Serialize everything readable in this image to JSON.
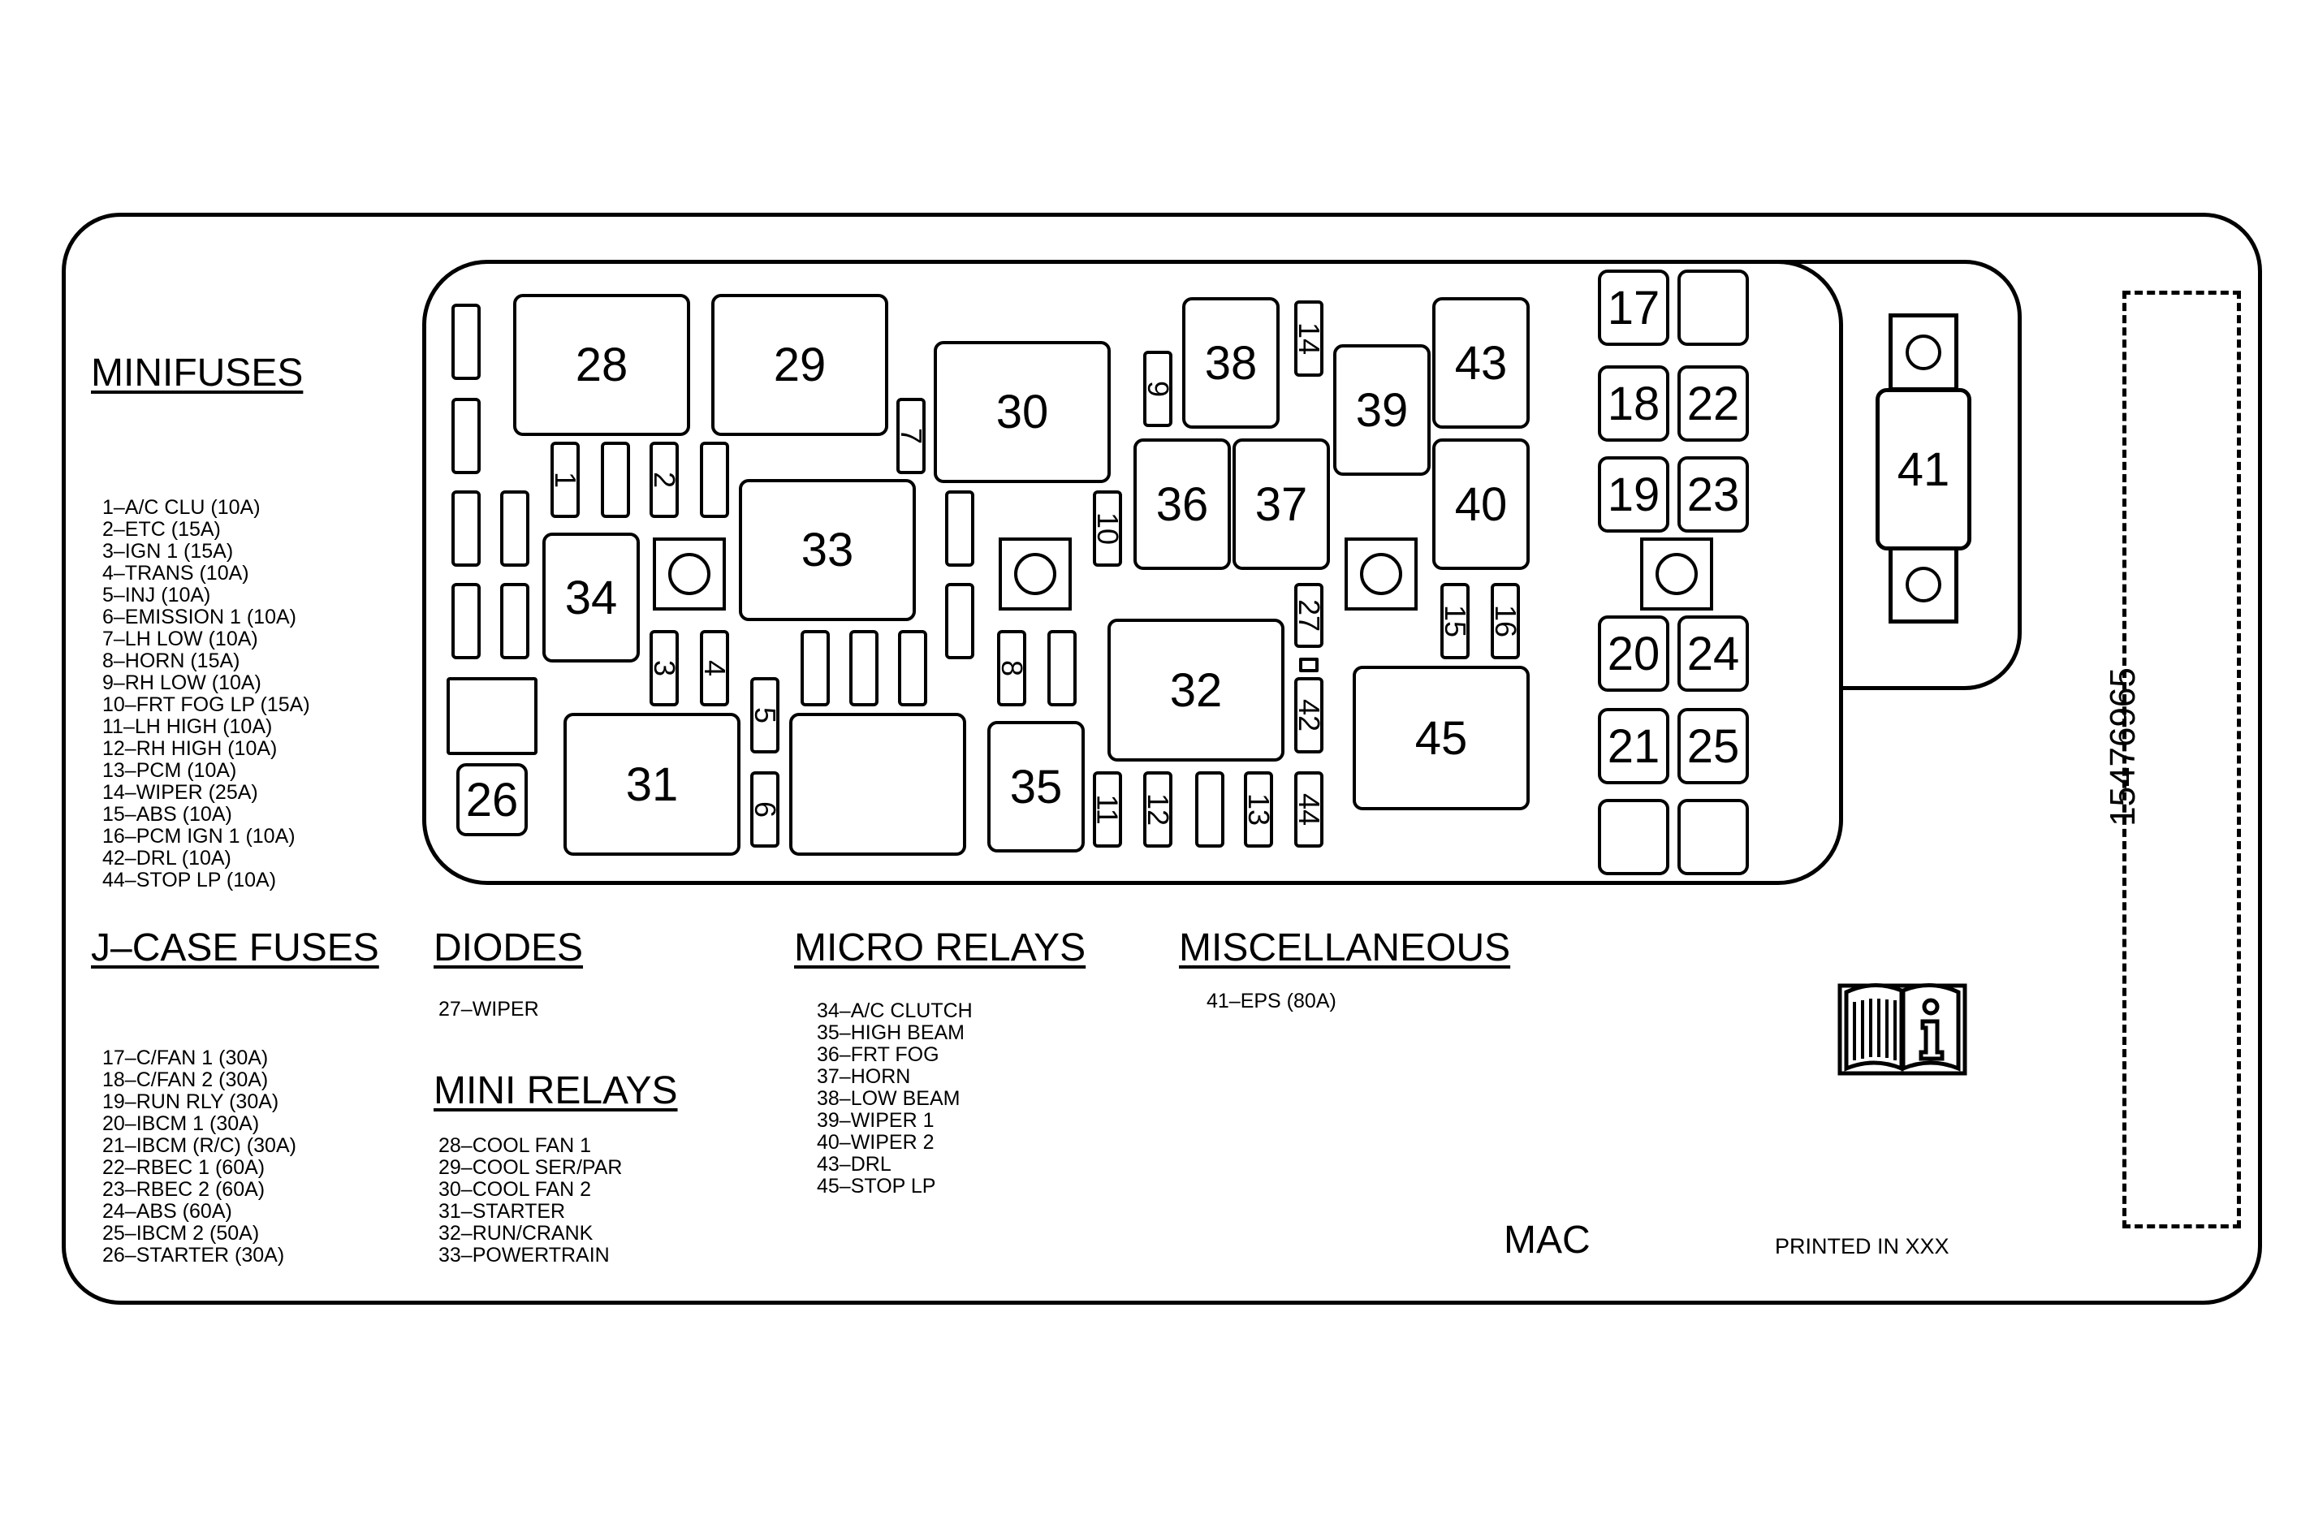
{
  "panel": {
    "big": {
      "b28": "28",
      "b29": "29",
      "b30": "30",
      "b31": "31",
      "b32": "32",
      "b33": "33",
      "b34": "34",
      "b35": "35",
      "b36": "36",
      "b37": "37",
      "b38": "38",
      "b39": "39",
      "b40": "40",
      "b43": "43",
      "b45": "45",
      "b26": "26"
    },
    "mini": {
      "m1": "1",
      "m2": "2",
      "m3": "3",
      "m4": "4",
      "m5": "5",
      "m6": "6",
      "m7": "7",
      "m8": "8",
      "m9": "9",
      "m10": "10",
      "m11": "11",
      "m12": "12",
      "m13": "13",
      "m14": "14",
      "m15": "15",
      "m16": "16",
      "m27": "27",
      "m42": "42",
      "m44": "44"
    },
    "jcase": {
      "j17": "17",
      "j18": "18",
      "j19": "19",
      "j20": "20",
      "j21": "21",
      "j22": "22",
      "j23": "23",
      "j24": "24",
      "j25": "25"
    },
    "eps": "41"
  },
  "minifuses": {
    "heading": "MINIFUSES",
    "items": [
      "1–A/C CLU (10A)",
      "2–ETC (15A)",
      "3–IGN 1 (15A)",
      "4–TRANS (10A)",
      "5–INJ (10A)",
      "6–EMISSION 1 (10A)",
      "7–LH LOW (10A)",
      "8–HORN (15A)",
      "9–RH LOW (10A)",
      "10–FRT FOG LP (15A)",
      "11–LH HIGH (10A)",
      "12–RH HIGH (10A)",
      "13–PCM (10A)",
      "14–WIPER (25A)",
      "15–ABS (10A)",
      "16–PCM IGN 1 (10A)",
      "42–DRL (10A)",
      "44–STOP LP (10A)"
    ]
  },
  "jcase_fuses": {
    "heading": "J–CASE FUSES",
    "items": [
      "17–C/FAN 1 (30A)",
      "18–C/FAN 2 (30A)",
      "19–RUN RLY (30A)",
      "20–IBCM 1 (30A)",
      "21–IBCM (R/C) (30A)",
      "22–RBEC 1 (60A)",
      "23–RBEC 2 (60A)",
      "24–ABS (60A)",
      "25–IBCM 2 (50A)",
      "26–STARTER (30A)"
    ]
  },
  "diodes": {
    "heading": "DIODES",
    "items": [
      "27–WIPER"
    ]
  },
  "mini_relays": {
    "heading": "MINI RELAYS",
    "items": [
      "28–COOL FAN 1",
      "29–COOL SER/PAR",
      "30–COOL FAN 2",
      "31–STARTER",
      "32–RUN/CRANK",
      "33–POWERTRAIN"
    ]
  },
  "micro_relays": {
    "heading": "MICRO RELAYS",
    "items": [
      "34–A/C CLUTCH",
      "35–HIGH BEAM",
      "36–FRT FOG",
      "37–HORN",
      "38–LOW BEAM",
      "39–WIPER 1",
      "40–WIPER 2",
      "43–DRL",
      "45–STOP LP"
    ]
  },
  "miscellaneous": {
    "heading": "MISCELLANEOUS",
    "items": [
      "41–EPS (80A)"
    ]
  },
  "part_number": "15476965",
  "mac": "MAC",
  "printed": "PRINTED IN XXX",
  "icons": {
    "book": "manual-info-icon"
  }
}
